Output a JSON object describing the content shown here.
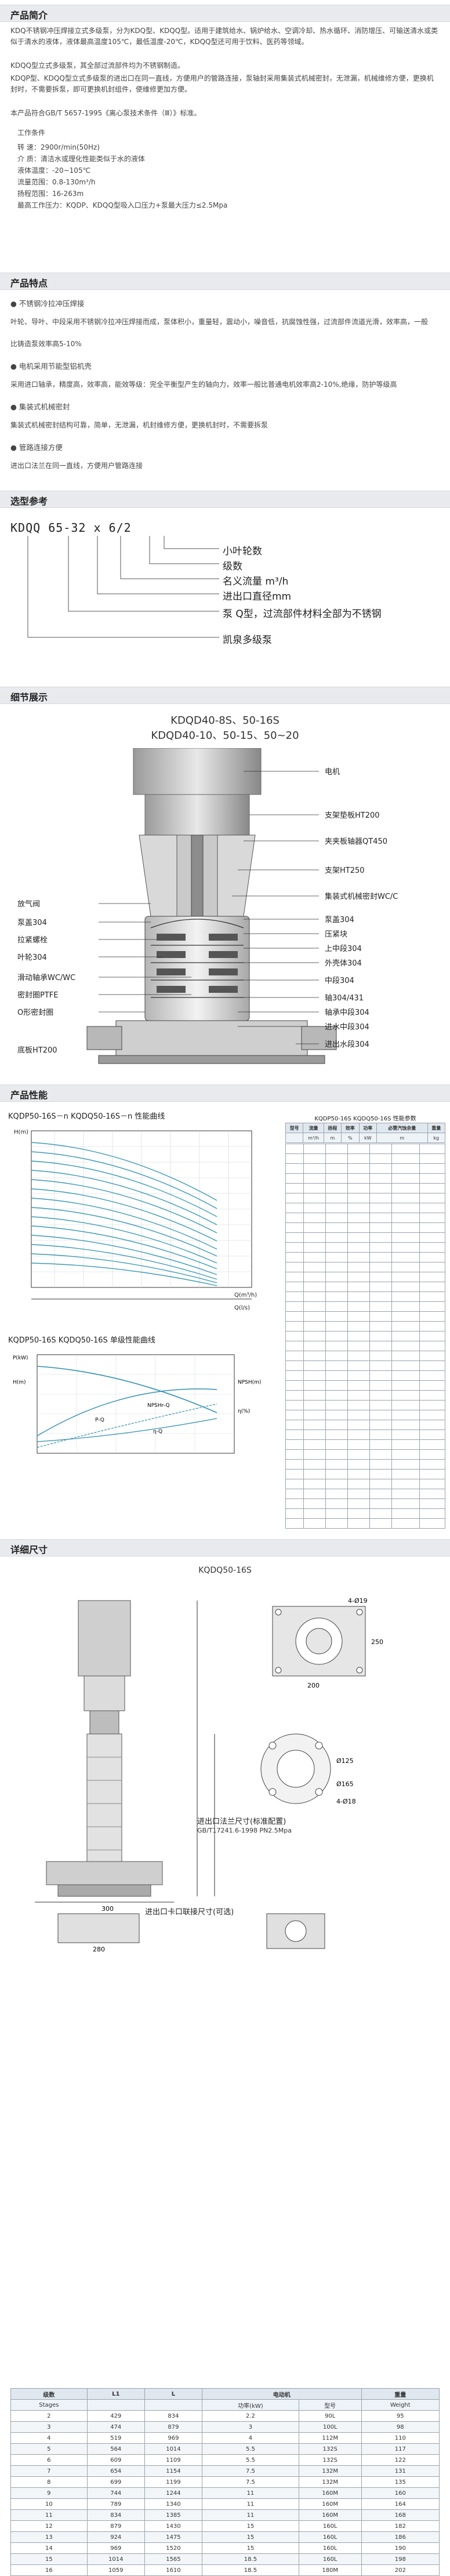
{
  "sections": {
    "intro": "产品简介",
    "features": "产品特点",
    "model": "选型参考",
    "detail": "细节展示",
    "performance": "产品性能",
    "dimension": "详细尺寸"
  },
  "intro": {
    "p1": "    KDQ不锈钢冲压焊接立式多级泵，分为KDQ型、KDQQ型。适用于建筑给水、锅炉给水、空调冷却、热水循环、消防增压、可输送清水或类似于清水的液体，液体最高温度105℃，最低温度-20℃，KDQQ型还可用于饮料、医药等领域。",
    "p2": "    KDQQ型立式多级泵，其全部过流部件均为不锈钢制造。",
    "p3": "    KDQP型、KDQQ型立式多级泵的进出口在同一直线，方便用户的管路连接，泵轴封采用集装式机械密封，无泄漏，机械维修方便，更换机封时，不需要拆泵，即可更换机封组件，使维修更加方便。",
    "p4": "    本产品符合GB/T 5657-1995《离心泵技术条件（Ⅲ）》标准。",
    "cond_title": "工作条件",
    "conditions": [
      {
        "k": "转    速：",
        "v": "2900r/min(50Hz)"
      },
      {
        "k": "介    质：",
        "v": "清洁水或理化性能类似于水的液体"
      },
      {
        "k": "液体温度：",
        "v": "-20~105℃"
      },
      {
        "k": "流量范围：",
        "v": "0.8-130m³/h"
      },
      {
        "k": "扬程范围：",
        "v": "16-263m"
      },
      {
        "k": "最高工作压力：",
        "v": "KQDP、KDQQ型吸入口压力+泵最大压力≤2.5Mpa"
      }
    ]
  },
  "features": {
    "f1": "● 不锈钢冷拉冲压焊接",
    "f2": "叶轮、导叶、中段采用不锈钢冷拉冲压焊接而成，泵体积小，重量轻，震动小，噪音低，抗腐蚀性强，过流部件流道光滑，效率高，一般",
    "f3": "比铸造泵效率高5-10%",
    "f4": "● 电机采用节能型铝机壳",
    "f5": "采用进口轴承，精度高，效率高，能效等级：完全平衡型产生的轴向力，效率一般比普通电机效率高2-10%,绝缘，防护等级高",
    "f6": "● 集装式机械密封",
    "f7": "集装式机械密封结构可靠，简单，无泄漏，机封维修方便，更换机封时，不需要拆泵",
    "f8": "● 管路连接方便",
    "f9": "进出口法兰在同一直线，方便用户管路连接"
  },
  "model": {
    "code": "KDQQ  65-32  x  6/2",
    "items": [
      "小叶轮数",
      "级数",
      "名义流量 m³/h",
      "进出口直径mm",
      "泵 Q型，过流部件材料全部为不锈钢",
      "凯泉多级泵"
    ]
  },
  "detail": {
    "title1": "KDQD40-8S、50-16S",
    "title2": "KDQD40-10、50-15、50~20",
    "left_labels": [
      "放气阀",
      "泵盖304",
      "拉紧螺栓",
      "叶轮304",
      "滑动轴承WC/WC",
      "密封圈PTFE",
      "O形密封圈",
      "底板HT200"
    ],
    "right_labels": [
      "电机",
      "支架垫板HT200",
      "夹夹板轴器QT450",
      "支架HT250",
      "集装式机械密封WC/C",
      "泵盖304",
      "压紧块",
      "上中段304",
      "外壳体304",
      "中段304",
      "轴304/431",
      "轴承中段304",
      "进水中段304",
      "进出水段304"
    ]
  },
  "perf": {
    "curve1_title": "KQDP50-16S－n  KQDQ50-16S－n  性能曲线",
    "curve2_title": "KQDP50-16S  KQDQ50-16S  单级性能曲线",
    "ylabel1": "H(m)",
    "xlabel1": "Q(m³/h)",
    "xlabel1b": "Q(l/s)",
    "curve2_labels": [
      "P(kW)",
      "NPSH(m)",
      "H(m)",
      "η(%)",
      "P-Q",
      "NPSHr-Q",
      "η-Q"
    ],
    "table_title": "KQDP50-16S  KQDQ50-16S 性能参数",
    "table_headers": [
      "型号",
      "流量",
      "扬程",
      "效率",
      "功率",
      "必需汽蚀余量",
      "重量"
    ],
    "table_sub": [
      "m³/h",
      "m",
      "%",
      "kW",
      "m",
      "kg"
    ]
  },
  "dim": {
    "title": "KQDQ50-16S",
    "flange1": "进出口法兰尺寸(标准配置)",
    "flange1b": "GB/T17241.6-1998  PN2.5Mpa",
    "flange2": "进出口卡口联接尺寸(可选)",
    "dims": [
      "4-Ø19",
      "Ø125",
      "Ø165",
      "4-Ø18",
      "250",
      "300",
      "200",
      "280"
    ],
    "headers": [
      "级数",
      "L1",
      "L",
      "电动机",
      "",
      "重量"
    ],
    "sub": [
      "Stages",
      "",
      "",
      "功率(kW)",
      "型号",
      "Weight"
    ],
    "rows": [
      [
        "2",
        "429",
        "834",
        "2.2",
        "90L",
        "95"
      ],
      [
        "3",
        "474",
        "879",
        "3",
        "100L",
        "98"
      ],
      [
        "4",
        "519",
        "969",
        "4",
        "112M",
        "110"
      ],
      [
        "5",
        "564",
        "1014",
        "5.5",
        "132S",
        "117"
      ],
      [
        "6",
        "609",
        "1109",
        "5.5",
        "132S",
        "122"
      ],
      [
        "7",
        "654",
        "1154",
        "7.5",
        "132M",
        "131"
      ],
      [
        "8",
        "699",
        "1199",
        "7.5",
        "132M",
        "135"
      ],
      [
        "9",
        "744",
        "1244",
        "11",
        "160M",
        "160"
      ],
      [
        "10",
        "789",
        "1340",
        "11",
        "160M",
        "164"
      ],
      [
        "11",
        "834",
        "1385",
        "11",
        "160M",
        "168"
      ],
      [
        "12",
        "879",
        "1430",
        "15",
        "160L",
        "182"
      ],
      [
        "13",
        "924",
        "1475",
        "15",
        "160L",
        "186"
      ],
      [
        "14",
        "969",
        "1520",
        "15",
        "160L",
        "190"
      ],
      [
        "15",
        "1014",
        "1565",
        "18.5",
        "160L",
        "198"
      ],
      [
        "16",
        "1059",
        "1610",
        "18.5",
        "180M",
        "202"
      ]
    ]
  }
}
